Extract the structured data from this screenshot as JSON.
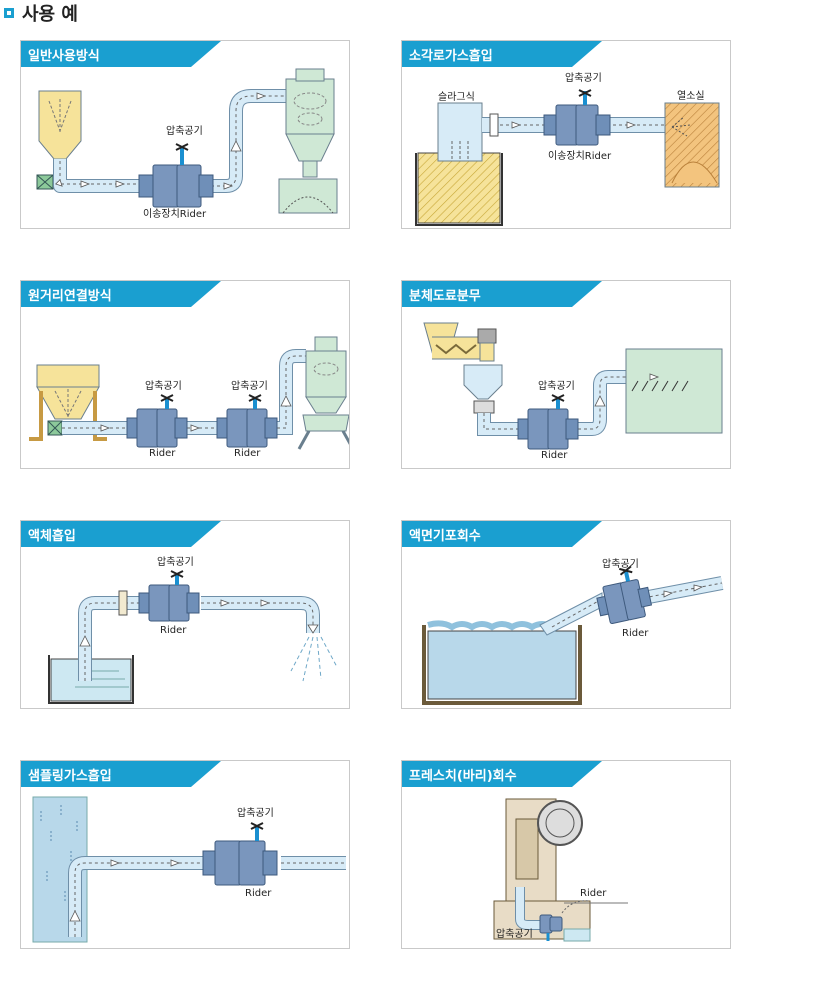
{
  "page": {
    "title": "사용 예"
  },
  "colors": {
    "accent": "#1a9fd0",
    "pipe": "#d7ebf7",
    "pipe_edge": "#6f8fa8",
    "rider": "#6f8fb8",
    "vessel_green": "#cfe8d5",
    "vessel_yellow": "#f6e39a",
    "vessel_orange": "#f3c47e",
    "water": "#cde8f2"
  },
  "panels": [
    {
      "title": "일반사용방식",
      "labels": {
        "air": "압축공기",
        "rider": "이송장치Rider"
      }
    },
    {
      "title": "소각로가스흡입",
      "labels": {
        "source": "슬라그식",
        "air": "압축공기",
        "target": "열소실",
        "rider": "이송장치Rider"
      }
    },
    {
      "title": "원거리연결방식",
      "labels": {
        "air1": "압축공기",
        "air2": "압축공기",
        "rider1": "Rider",
        "rider2": "Rider"
      }
    },
    {
      "title": "분체도료분무",
      "labels": {
        "air": "압축공기",
        "rider": "Rider"
      }
    },
    {
      "title": "액체흡입",
      "labels": {
        "air": "압축공기",
        "rider": "Rider"
      }
    },
    {
      "title": "액면기포회수",
      "labels": {
        "air": "압축공기",
        "rider": "Rider"
      }
    },
    {
      "title": "샘플링가스흡입",
      "labels": {
        "air": "압축공기",
        "rider": "Rider"
      }
    },
    {
      "title": "프레스치(바리)회수",
      "labels": {
        "rider": "Rider",
        "air": "압축공기"
      }
    }
  ]
}
